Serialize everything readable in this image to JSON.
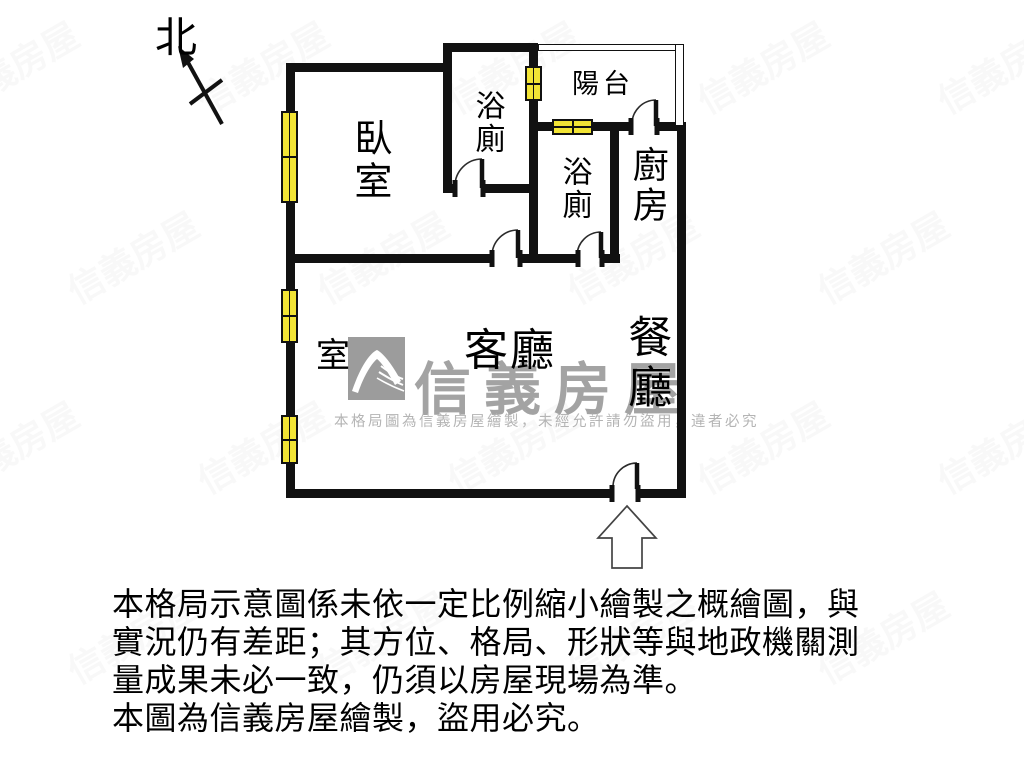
{
  "north": {
    "label": "北"
  },
  "plan": {
    "rooms": {
      "bedroom": "臥室",
      "bath_upper": "浴廁",
      "balcony": "陽台",
      "bath_lower": "浴廁",
      "kitchen": "廚房",
      "living_room": "客廳",
      "dining_room": "餐廳",
      "room_partial": "室"
    }
  },
  "watermark": {
    "brand": "信義房屋",
    "notice": "本格局圖為信義房屋繪製，未經允許請勿盜用，違者必究",
    "tile": "信義房屋"
  },
  "disclaimer": {
    "line1": "本格局示意圖係未依一定比例縮小繪製之概繪圖，與",
    "line2": "實況仍有差距；其方位、格局、形狀等與地政機關測",
    "line3": "量成果未必一致，仍須以房屋現場為準。",
    "line4": "本圖為信義房屋繪製，盜用必究。"
  },
  "colors": {
    "wall": "#111111",
    "window_fill": "#f2e435",
    "watermark_gray": "#a3a3a3"
  }
}
